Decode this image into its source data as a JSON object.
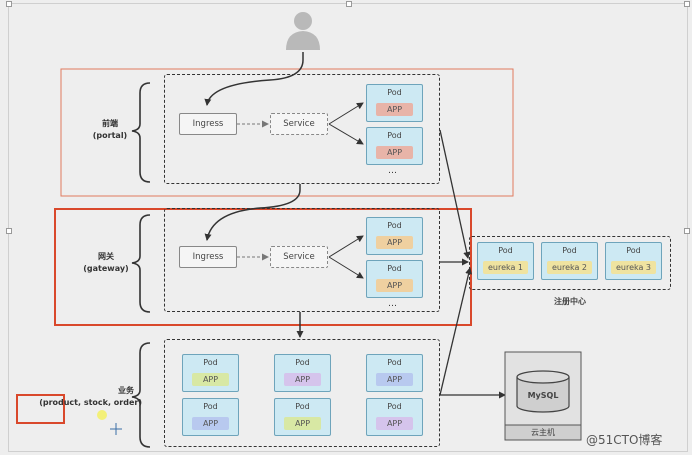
{
  "layers": {
    "portal": {
      "title": "前端",
      "subtitle": "(portal)"
    },
    "gateway": {
      "title": "网关",
      "subtitle": "(gateway)"
    },
    "business": {
      "title": "业务",
      "subtitle": "(product, stock, order)"
    }
  },
  "nodes": {
    "ingress": "Ingress",
    "service": "Service",
    "pod": "Pod",
    "app": "APP",
    "ellipsis": "…"
  },
  "eureka": {
    "pod_label": "Pod",
    "instances": [
      "eureka 1",
      "eureka 2",
      "eureka 3"
    ],
    "caption": "注册中心"
  },
  "database": {
    "name": "MySQL",
    "caption": "云主机"
  },
  "watermark": "@51CTO博客",
  "colors": {
    "pod_fill": "#cde9f3",
    "app_red": "#e8b4a8",
    "app_orange": "#efd0a0",
    "app_green": "#d8e8a4",
    "app_purple": "#d5c4ec",
    "app_blue": "#b8c9ef",
    "highlight_box": "#d9482b",
    "thin_frame": "#e07a5e"
  }
}
